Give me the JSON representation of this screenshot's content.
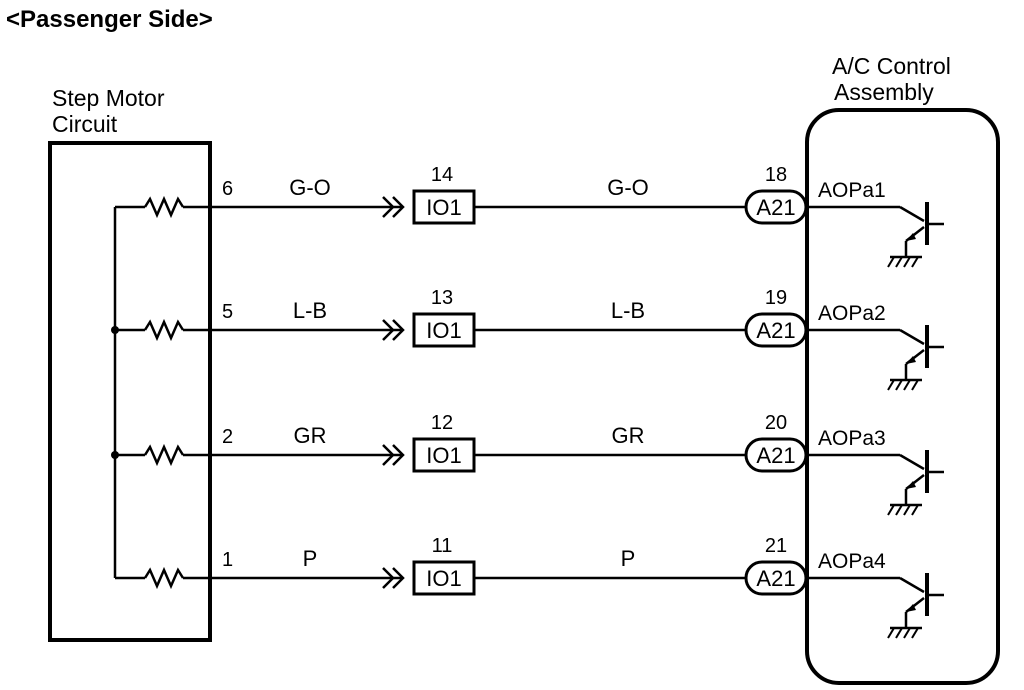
{
  "title": "<Passenger Side>",
  "left_block": {
    "label_line1": "Step Motor",
    "label_line2": "Circuit"
  },
  "right_block": {
    "label_line1": "A/C Control",
    "label_line2": "Assembly"
  },
  "circuits": [
    {
      "pin": "6",
      "wire_left": "G-O",
      "io_num": "14",
      "io_label": "IO1",
      "wire_right": "G-O",
      "a_num": "18",
      "a_label": "A21",
      "terminal": "AOPa1"
    },
    {
      "pin": "5",
      "wire_left": "L-B",
      "io_num": "13",
      "io_label": "IO1",
      "wire_right": "L-B",
      "a_num": "19",
      "a_label": "A21",
      "terminal": "AOPa2"
    },
    {
      "pin": "2",
      "wire_left": "GR",
      "io_num": "12",
      "io_label": "IO1",
      "wire_right": "GR",
      "a_num": "20",
      "a_label": "A21",
      "terminal": "AOPa3"
    },
    {
      "pin": "1",
      "wire_left": "P",
      "io_num": "11",
      "io_label": "IO1",
      "wire_right": "P",
      "a_num": "21",
      "a_label": "A21",
      "terminal": "AOPa4"
    }
  ]
}
